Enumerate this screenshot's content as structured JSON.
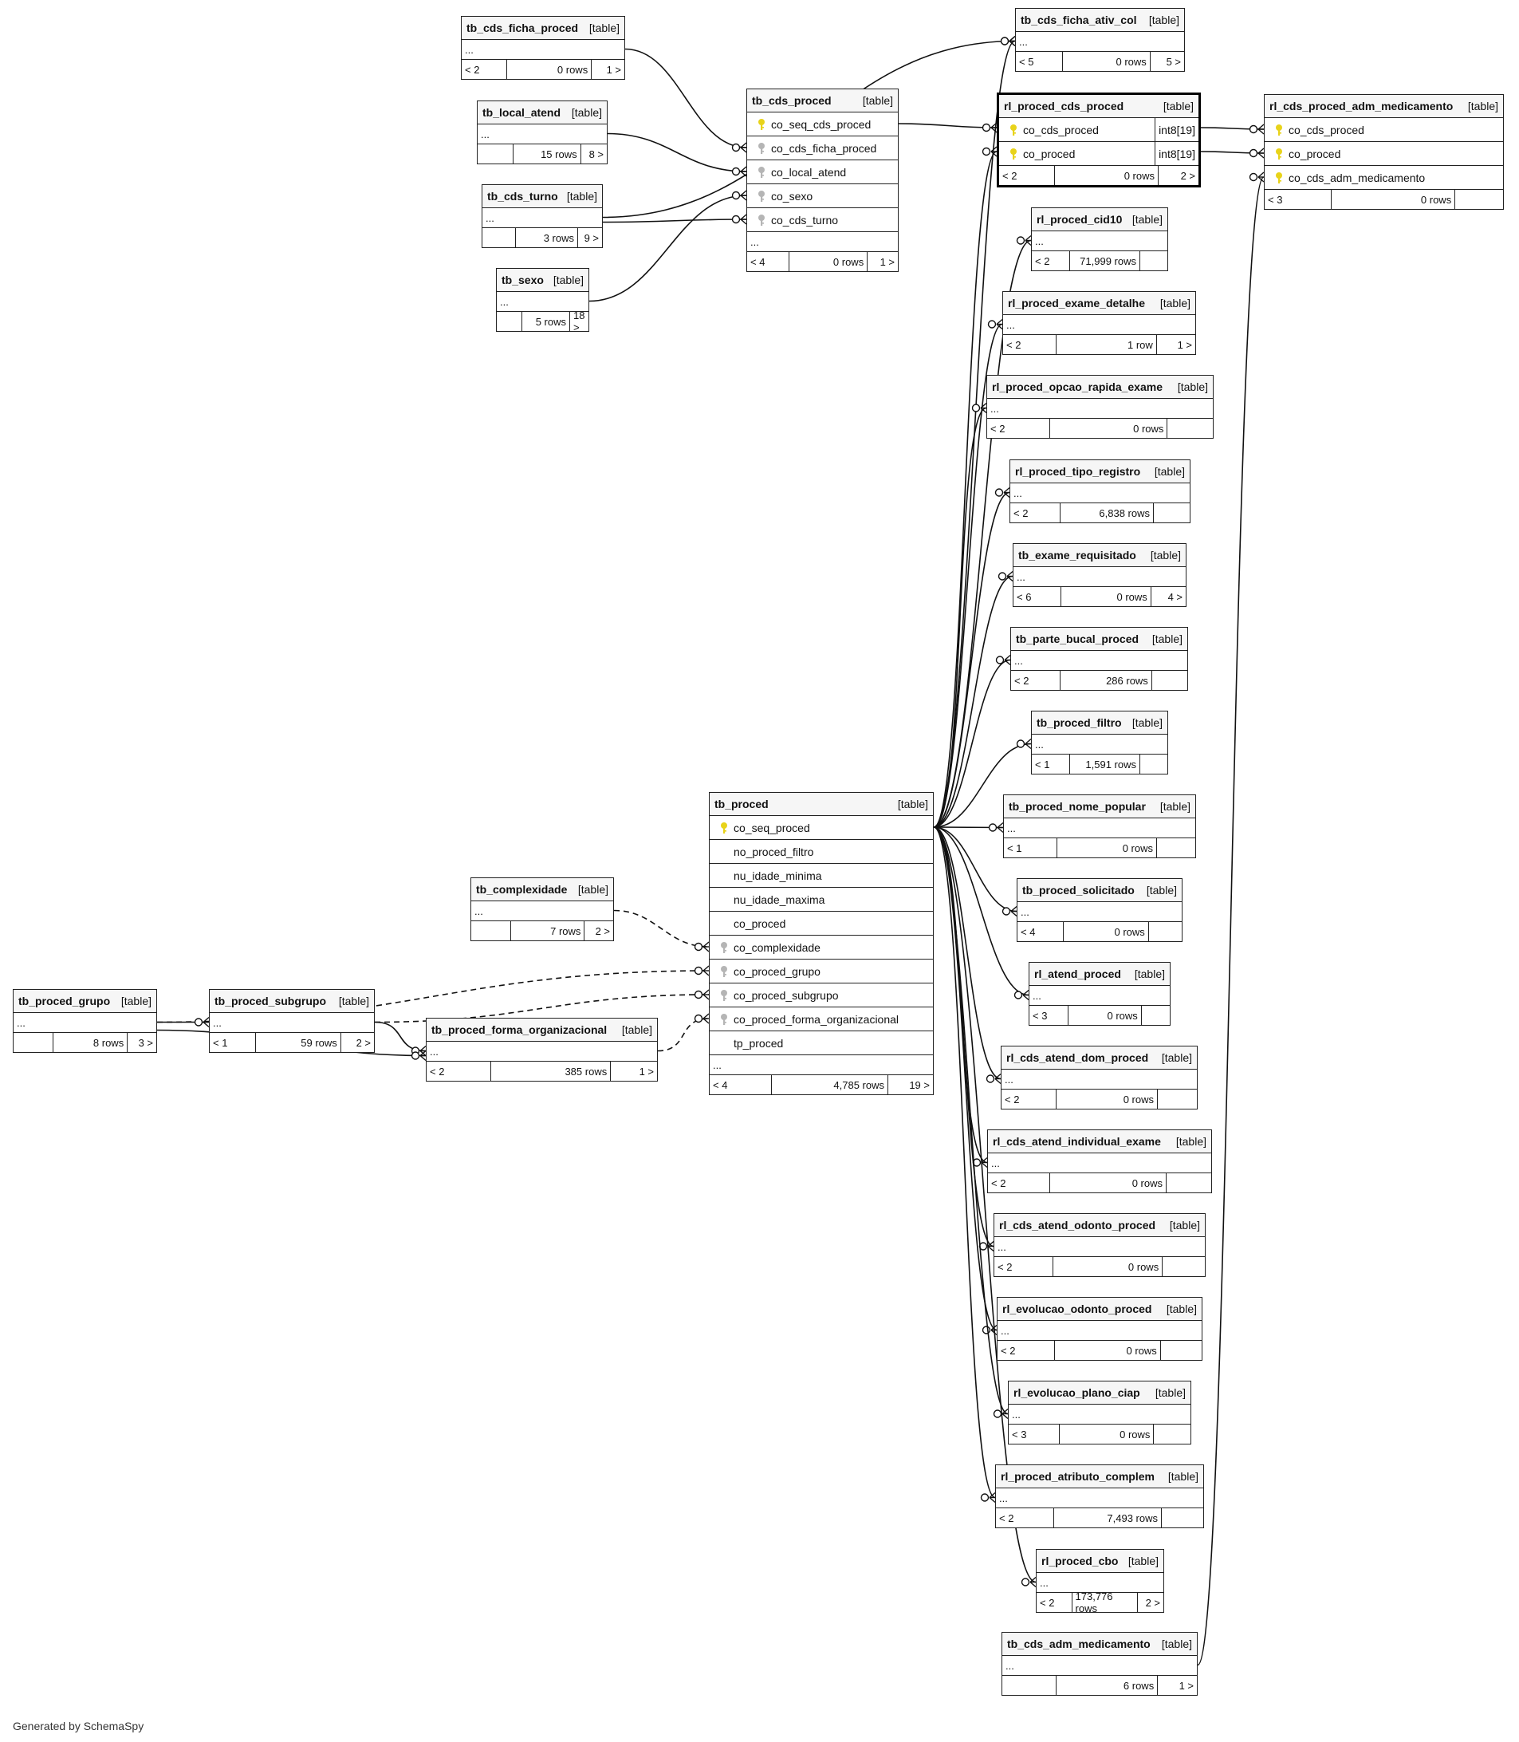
{
  "generator": "Generated by SchemaSpy",
  "colors": {
    "primary_key": "#e8d31a",
    "foreign_key": "#b5b5b5",
    "border": "#222222"
  },
  "tables": [
    {
      "id": "tb_cds_ficha_proced",
      "name": "tb_cds_ficha_proced",
      "kind": "[table]",
      "cols": [],
      "ellipsis": "...",
      "parents": "< 2",
      "rows": "0 rows",
      "children": "1 >"
    },
    {
      "id": "tb_local_atend",
      "name": "tb_local_atend",
      "kind": "[table]",
      "cols": [],
      "ellipsis": "...",
      "parents": "",
      "rows": "15 rows",
      "children": "8 >"
    },
    {
      "id": "tb_cds_turno",
      "name": "tb_cds_turno",
      "kind": "[table]",
      "cols": [],
      "ellipsis": "...",
      "parents": "",
      "rows": "3 rows",
      "children": "9 >"
    },
    {
      "id": "tb_sexo",
      "name": "tb_sexo",
      "kind": "[table]",
      "cols": [],
      "ellipsis": "...",
      "parents": "",
      "rows": "5 rows",
      "children": "18 >"
    },
    {
      "id": "tb_cds_proced",
      "name": "tb_cds_proced",
      "kind": "[table]",
      "cols": [
        {
          "name": "co_seq_cds_proced",
          "key": "pk",
          "type": ""
        },
        {
          "name": "co_cds_ficha_proced",
          "key": "fk",
          "type": ""
        },
        {
          "name": "co_local_atend",
          "key": "fk",
          "type": ""
        },
        {
          "name": "co_sexo",
          "key": "fk",
          "type": ""
        },
        {
          "name": "co_cds_turno",
          "key": "fk",
          "type": ""
        }
      ],
      "ellipsis": "...",
      "parents": "< 4",
      "rows": "0 rows",
      "children": "1 >"
    },
    {
      "id": "tb_cds_ficha_ativ_col",
      "name": "tb_cds_ficha_ativ_col",
      "kind": "[table]",
      "cols": [],
      "ellipsis": "...",
      "parents": "< 5",
      "rows": "0 rows",
      "children": "5 >"
    },
    {
      "id": "rl_proced_cds_proced",
      "name": "rl_proced_cds_proced",
      "kind": "[table]",
      "focus": true,
      "cols": [
        {
          "name": "co_cds_proced",
          "key": "pk",
          "type": "int8[19]"
        },
        {
          "name": "co_proced",
          "key": "pk",
          "type": "int8[19]"
        }
      ],
      "ellipsis": "",
      "parents": "< 2",
      "rows": "0 rows",
      "children": "2 >"
    },
    {
      "id": "rl_cds_proced_adm_medicamento",
      "name": "rl_cds_proced_adm_medicamento",
      "kind": "[table]",
      "cols": [
        {
          "name": "co_cds_proced",
          "key": "pk",
          "type": ""
        },
        {
          "name": "co_proced",
          "key": "pk",
          "type": ""
        },
        {
          "name": "co_cds_adm_medicamento",
          "key": "pk",
          "type": ""
        }
      ],
      "ellipsis": "",
      "parents": "< 3",
      "rows": "0 rows",
      "children": ""
    },
    {
      "id": "rl_proced_cid10",
      "name": "rl_proced_cid10",
      "kind": "[table]",
      "cols": [],
      "ellipsis": "...",
      "parents": "< 2",
      "rows": "71,999 rows",
      "children": ""
    },
    {
      "id": "rl_proced_exame_detalhe",
      "name": "rl_proced_exame_detalhe",
      "kind": "[table]",
      "cols": [],
      "ellipsis": "...",
      "parents": "< 2",
      "rows": "1 row",
      "children": "1 >"
    },
    {
      "id": "rl_proced_opcao_rapida_exame",
      "name": "rl_proced_opcao_rapida_exame",
      "kind": "[table]",
      "cols": [],
      "ellipsis": "...",
      "parents": "< 2",
      "rows": "0 rows",
      "children": ""
    },
    {
      "id": "rl_proced_tipo_registro",
      "name": "rl_proced_tipo_registro",
      "kind": "[table]",
      "cols": [],
      "ellipsis": "...",
      "parents": "< 2",
      "rows": "6,838 rows",
      "children": ""
    },
    {
      "id": "tb_exame_requisitado",
      "name": "tb_exame_requisitado",
      "kind": "[table]",
      "cols": [],
      "ellipsis": "...",
      "parents": "< 6",
      "rows": "0 rows",
      "children": "4 >"
    },
    {
      "id": "tb_parte_bucal_proced",
      "name": "tb_parte_bucal_proced",
      "kind": "[table]",
      "cols": [],
      "ellipsis": "...",
      "parents": "< 2",
      "rows": "286 rows",
      "children": ""
    },
    {
      "id": "tb_proced_filtro",
      "name": "tb_proced_filtro",
      "kind": "[table]",
      "cols": [],
      "ellipsis": "...",
      "parents": "< 1",
      "rows": "1,591 rows",
      "children": ""
    },
    {
      "id": "tb_proced_nome_popular",
      "name": "tb_proced_nome_popular",
      "kind": "[table]",
      "cols": [],
      "ellipsis": "...",
      "parents": "< 1",
      "rows": "0 rows",
      "children": ""
    },
    {
      "id": "tb_proced_solicitado",
      "name": "tb_proced_solicitado",
      "kind": "[table]",
      "cols": [],
      "ellipsis": "...",
      "parents": "< 4",
      "rows": "0 rows",
      "children": ""
    },
    {
      "id": "rl_atend_proced",
      "name": "rl_atend_proced",
      "kind": "[table]",
      "cols": [],
      "ellipsis": "...",
      "parents": "< 3",
      "rows": "0 rows",
      "children": ""
    },
    {
      "id": "rl_cds_atend_dom_proced",
      "name": "rl_cds_atend_dom_proced",
      "kind": "[table]",
      "cols": [],
      "ellipsis": "...",
      "parents": "< 2",
      "rows": "0 rows",
      "children": ""
    },
    {
      "id": "rl_cds_atend_individual_exame",
      "name": "rl_cds_atend_individual_exame",
      "kind": "[table]",
      "cols": [],
      "ellipsis": "...",
      "parents": "< 2",
      "rows": "0 rows",
      "children": ""
    },
    {
      "id": "rl_cds_atend_odonto_proced",
      "name": "rl_cds_atend_odonto_proced",
      "kind": "[table]",
      "cols": [],
      "ellipsis": "...",
      "parents": "< 2",
      "rows": "0 rows",
      "children": ""
    },
    {
      "id": "rl_evolucao_odonto_proced",
      "name": "rl_evolucao_odonto_proced",
      "kind": "[table]",
      "cols": [],
      "ellipsis": "...",
      "parents": "< 2",
      "rows": "0 rows",
      "children": ""
    },
    {
      "id": "rl_evolucao_plano_ciap",
      "name": "rl_evolucao_plano_ciap",
      "kind": "[table]",
      "cols": [],
      "ellipsis": "...",
      "parents": "< 3",
      "rows": "0 rows",
      "children": ""
    },
    {
      "id": "rl_proced_atributo_complem",
      "name": "rl_proced_atributo_complem",
      "kind": "[table]",
      "cols": [],
      "ellipsis": "...",
      "parents": "< 2",
      "rows": "7,493 rows",
      "children": ""
    },
    {
      "id": "rl_proced_cbo",
      "name": "rl_proced_cbo",
      "kind": "[table]",
      "cols": [],
      "ellipsis": "...",
      "parents": "< 2",
      "rows": "173,776 rows",
      "children": "2 >"
    },
    {
      "id": "tb_cds_adm_medicamento",
      "name": "tb_cds_adm_medicamento",
      "kind": "[table]",
      "cols": [],
      "ellipsis": "...",
      "parents": "",
      "rows": "6 rows",
      "children": "1 >"
    },
    {
      "id": "tb_proced",
      "name": "tb_proced",
      "kind": "[table]",
      "cols": [
        {
          "name": "co_seq_proced",
          "key": "pk",
          "type": ""
        },
        {
          "name": "no_proced_filtro",
          "key": "",
          "type": ""
        },
        {
          "name": "nu_idade_minima",
          "key": "",
          "type": ""
        },
        {
          "name": "nu_idade_maxima",
          "key": "",
          "type": ""
        },
        {
          "name": "co_proced",
          "key": "",
          "type": ""
        },
        {
          "name": "co_complexidade",
          "key": "fk",
          "type": ""
        },
        {
          "name": "co_proced_grupo",
          "key": "fk",
          "type": ""
        },
        {
          "name": "co_proced_subgrupo",
          "key": "fk",
          "type": ""
        },
        {
          "name": "co_proced_forma_organizacional",
          "key": "fk",
          "type": ""
        },
        {
          "name": "tp_proced",
          "key": "",
          "type": ""
        }
      ],
      "ellipsis": "...",
      "parents": "< 4",
      "rows": "4,785 rows",
      "children": "19 >"
    },
    {
      "id": "tb_complexidade",
      "name": "tb_complexidade",
      "kind": "[table]",
      "cols": [],
      "ellipsis": "...",
      "parents": "",
      "rows": "7 rows",
      "children": "2 >"
    },
    {
      "id": "tb_proced_grupo",
      "name": "tb_proced_grupo",
      "kind": "[table]",
      "cols": [],
      "ellipsis": "...",
      "parents": "",
      "rows": "8 rows",
      "children": "3 >"
    },
    {
      "id": "tb_proced_subgrupo",
      "name": "tb_proced_subgrupo",
      "kind": "[table]",
      "cols": [],
      "ellipsis": "...",
      "parents": "< 1",
      "rows": "59 rows",
      "children": "2 >"
    },
    {
      "id": "tb_proced_forma_organizacional",
      "name": "tb_proced_forma_organizacional",
      "kind": "[table]",
      "cols": [],
      "ellipsis": "...",
      "parents": "< 2",
      "rows": "385 rows",
      "children": "1 >"
    }
  ]
}
